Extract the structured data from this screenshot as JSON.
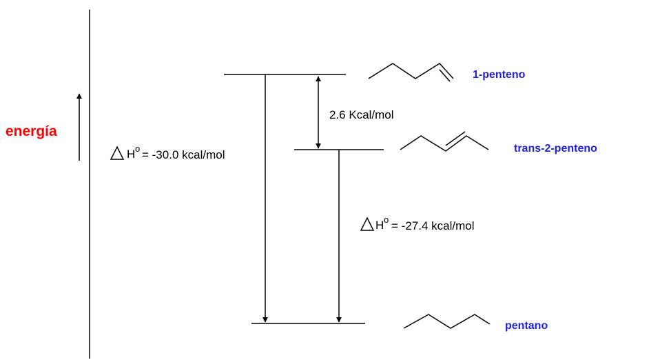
{
  "axis": {
    "label": "energía",
    "label_color": "#ff0000"
  },
  "levels": [
    {
      "id": "1-penteno",
      "name": "1-penteno",
      "structure": "1-pentene-skeletal-icon"
    },
    {
      "id": "trans-2-penteno",
      "name": "trans-2-penteno",
      "structure": "trans-2-pentene-skeletal-icon"
    },
    {
      "id": "pentano",
      "name": "pentano",
      "structure": "pentane-skeletal-icon"
    }
  ],
  "name_color": "#2020e0",
  "gaps": {
    "penteno_gap": "2.6 Kcal/mol",
    "dh1_symbol": "H",
    "dh1_sup": "o",
    "dh1_value": "= -30.0 kcal/mol",
    "dh2_symbol": "H",
    "dh2_sup": "o",
    "dh2_value": "= -27.4 kcal/mol"
  },
  "icons": {
    "delta": "delta-triangle-icon",
    "up_arrow": "arrow-up-icon"
  }
}
